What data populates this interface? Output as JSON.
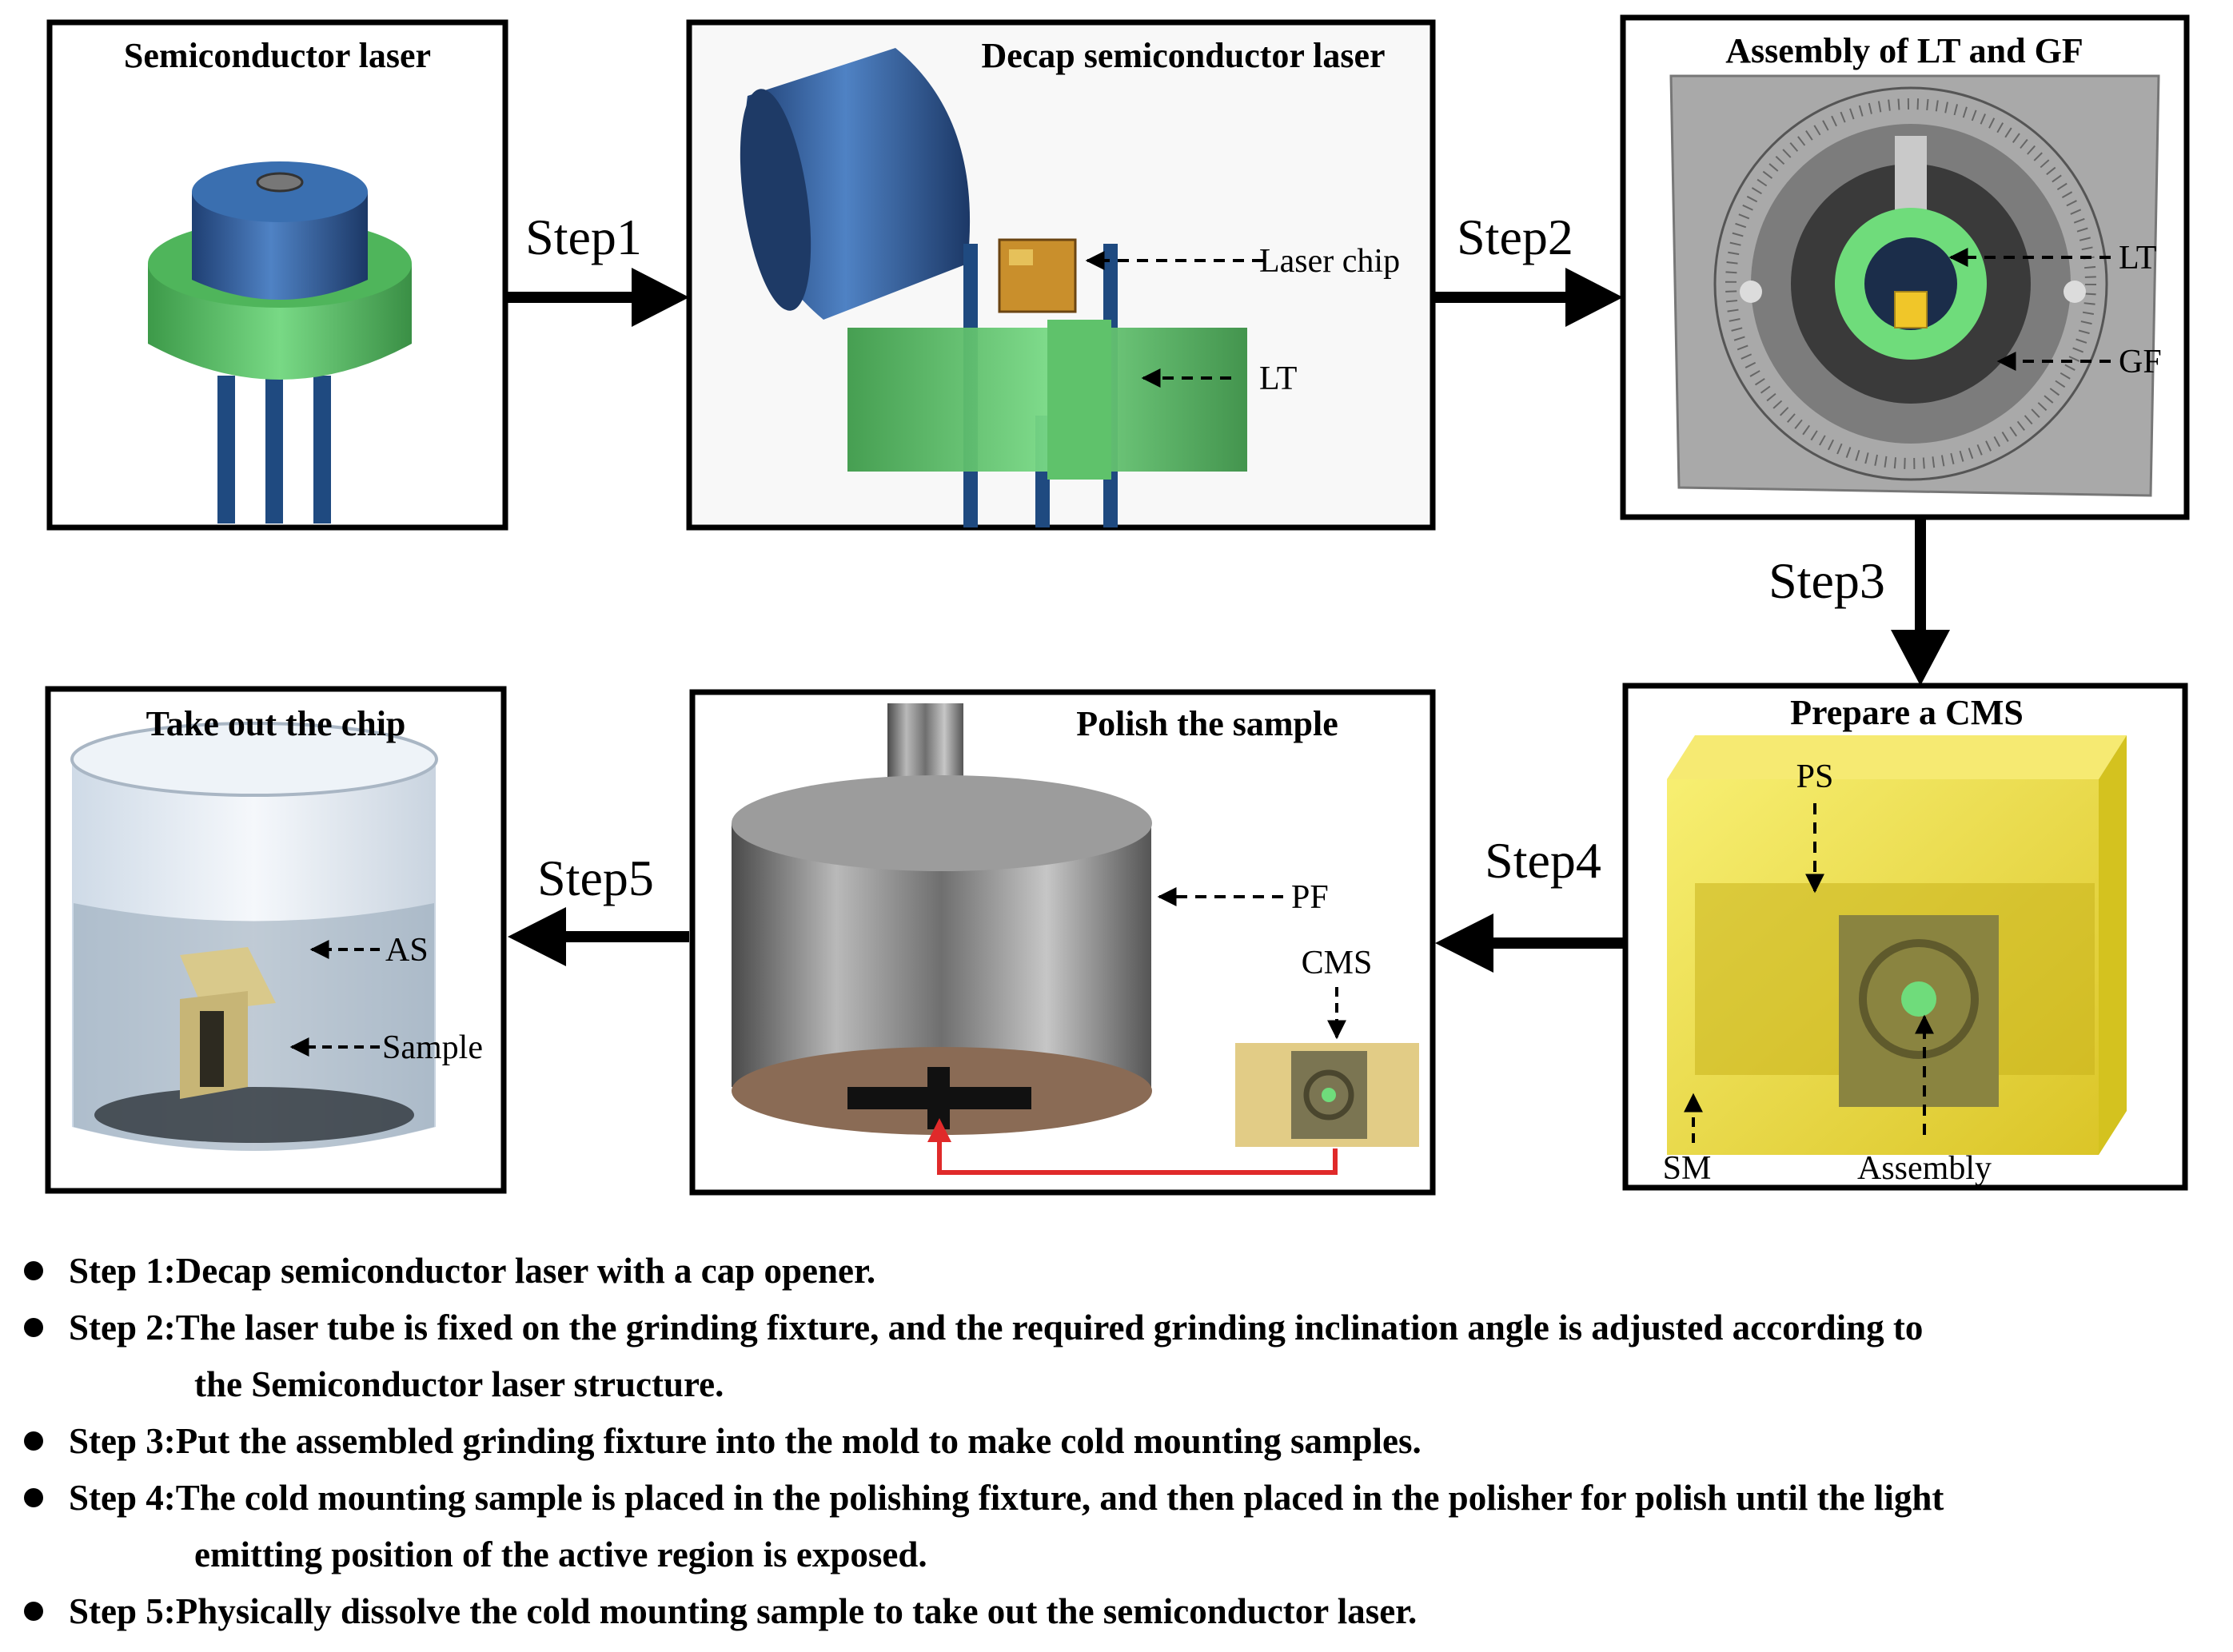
{
  "panels": {
    "semiconductor_laser": {
      "title": "Semiconductor laser"
    },
    "decap": {
      "title": "Decap semiconductor laser",
      "label_laser_chip": "Laser chip",
      "label_lt": "LT"
    },
    "assembly": {
      "title": "Assembly of LT and GF",
      "label_lt": "LT",
      "label_gf": "GF"
    },
    "prepare_cms": {
      "title": "Prepare a CMS",
      "label_ps": "PS",
      "label_sm": "SM",
      "label_assembly": "Assembly"
    },
    "polish": {
      "title": "Polish the sample",
      "label_pf": "PF",
      "label_cms": "CMS"
    },
    "take_out": {
      "title": "Take out the chip",
      "label_as": "AS",
      "label_sample": "Sample"
    }
  },
  "steps": {
    "step1": "Step1",
    "step2": "Step2",
    "step3": "Step3",
    "step4": "Step4",
    "step5": "Step5"
  },
  "bullets": [
    {
      "name": "Step 1:",
      "text": "Decap semiconductor laser with a cap opener.",
      "cont": ""
    },
    {
      "name": "Step 2:",
      "text": "The laser tube is fixed on the grinding fixture, and the required grinding inclination angle is adjusted according to",
      "cont": "the Semiconductor laser structure."
    },
    {
      "name": "Step 3:",
      "text": "Put the assembled grinding fixture into the mold to make cold mounting samples.",
      "cont": ""
    },
    {
      "name": "Step 4:",
      "text": "The cold mounting sample is placed in the polishing fixture, and then placed in the polisher for polish until the light",
      "cont": "emitting position of the active region is exposed."
    },
    {
      "name": "Step 5:",
      "text": "Physically dissolve the cold mounting sample to take out the semiconductor laser.",
      "cont": ""
    }
  ],
  "colors": {
    "cap_blue": "#2f5f9e",
    "fixture_green": "#73e37f",
    "mount_yellow": "#f2e03a",
    "metal_gray": "#8c8c8c",
    "arrow_red": "#e02a2a"
  }
}
